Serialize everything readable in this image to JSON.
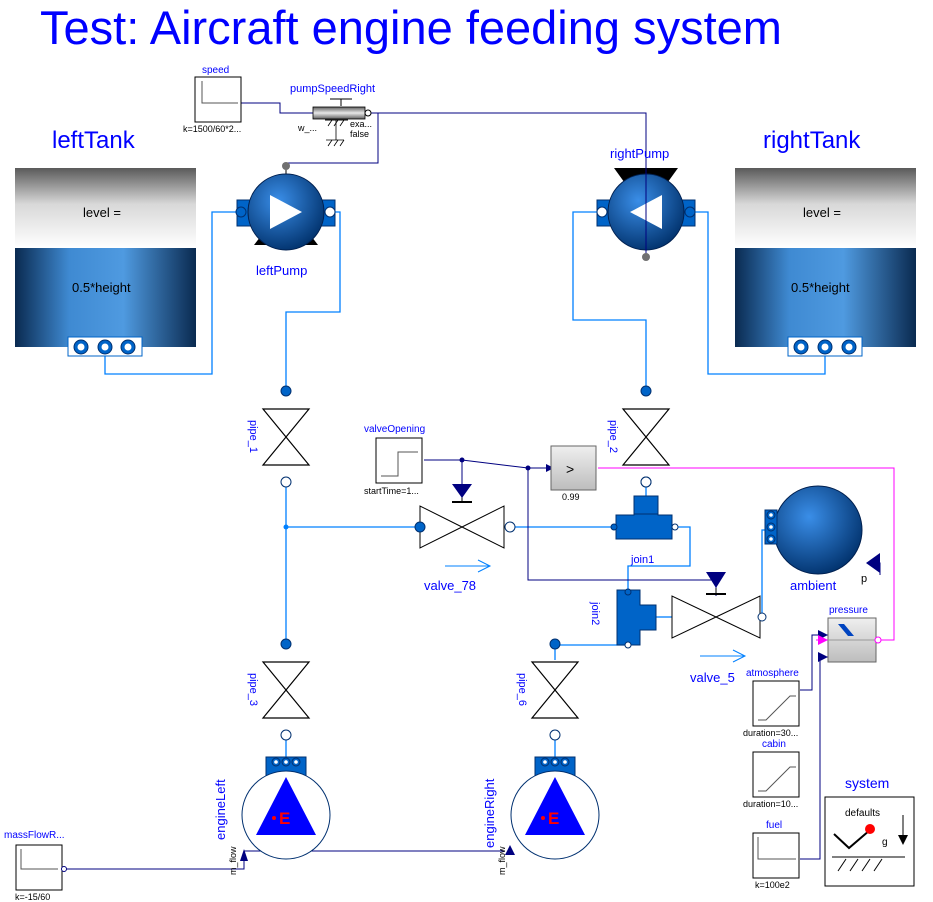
{
  "title": "Test: Aircraft engine feeding system",
  "colors": {
    "title": "#0000ff",
    "label": "#0000ff",
    "pipe": "#0080ff",
    "signal": "#000080",
    "boolean": "#ff00ff",
    "component": "#0064c8",
    "gray_block": "#c0c0c0"
  },
  "components": {
    "speed": {
      "name": "speed",
      "param": "k=1500/60*2..."
    },
    "pumpSpeedRight": {
      "name": "pumpSpeedRight",
      "param_left": "w_...",
      "param_right": "exa...",
      "param_false": "false"
    },
    "leftTank": {
      "name": "leftTank",
      "level_label": "level =",
      "height_label": "0.5*height"
    },
    "rightTank": {
      "name": "rightTank",
      "level_label": "level =",
      "height_label": "0.5*height"
    },
    "leftPump": {
      "name": "leftPump"
    },
    "rightPump": {
      "name": "rightPump"
    },
    "pipe_1": {
      "name": "pipe_1"
    },
    "pipe_2": {
      "name": "pipe_2"
    },
    "pipe_3": {
      "name": "pipe_3"
    },
    "pipe_6": {
      "name": "pipe_6"
    },
    "valveOpening": {
      "name": "valveOpening",
      "param": "startTime=1..."
    },
    "greaterThan": {
      "symbol": ">",
      "param": "0.99"
    },
    "valve_78": {
      "name": "valve_78"
    },
    "valve_5": {
      "name": "valve_5"
    },
    "join1": {
      "name": "join1"
    },
    "join2": {
      "name": "join2"
    },
    "ambient": {
      "name": "ambient",
      "port_label": "p"
    },
    "pressure": {
      "name": "pressure"
    },
    "atmosphere": {
      "name": "atmosphere",
      "param": "duration=30..."
    },
    "cabin": {
      "name": "cabin",
      "param": "duration=10..."
    },
    "fuel": {
      "name": "fuel",
      "param": "k=100e2"
    },
    "system": {
      "name": "system",
      "defaults": "defaults",
      "g": "g"
    },
    "engineLeft": {
      "name": "engineLeft",
      "symbol": "E",
      "port": "m_flow"
    },
    "engineRight": {
      "name": "engineRight",
      "symbol": "E",
      "port": "m_flow"
    },
    "massFlowRate": {
      "name": "massFlowR...",
      "param": "k=-15/60"
    }
  }
}
